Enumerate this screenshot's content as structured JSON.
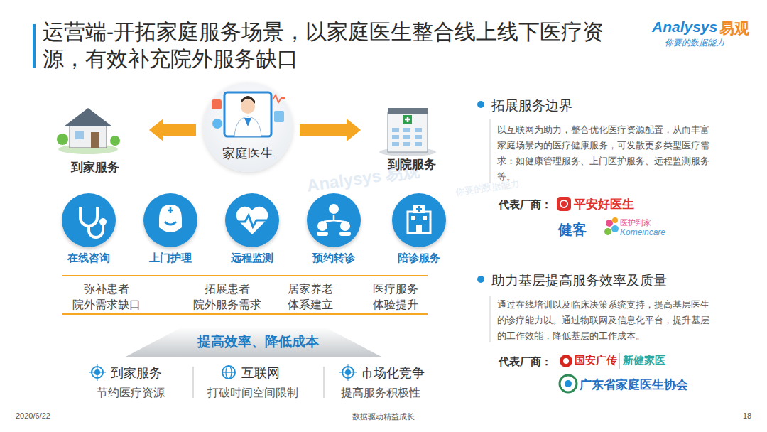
{
  "diagram": {
    "title": "运营端-开拓家庭服务场景，以家庭医生整合线上线下医疗资源，有效补充院外服务缺口",
    "nodes": [
      {
        "text": [
          "家庭医生"
        ]
      },
      {
        "text": [
          "到家服务"
        ]
      },
      {
        "text": [
          "到院服务"
        ]
      },
      {
        "text": [
          "在线咨询"
        ]
      },
      {
        "text": [
          "上门护理"
        ]
      },
      {
        "text": [
          "远程监测"
        ]
      },
      {
        "text": [
          "预约转诊"
        ]
      },
      {
        "text": [
          "陪诊服务"
        ]
      },
      {
        "text": [
          "提高效率、降低成本"
        ]
      }
    ],
    "edges": [
      {
        "from": 0,
        "to": 1,
        "arrow": "to"
      },
      {
        "from": 0,
        "to": 2,
        "arrow": "to"
      }
    ],
    "labels": [
      "Analysys",
      "易观",
      "你要的数据能力",
      "弥补患者 院外需求缺口",
      "拓展患者 院外服务需求",
      "居家养老 体系建立",
      "医疗服务 体验提升",
      "到家服务",
      "节约医疗资源",
      "互联网",
      "打破时间空间限制",
      "市场化竞争",
      "提高服务积极性",
      "拓展服务边界",
      "以互联网为助力，整合优化医疗资源配置，从而丰富家庭场景内的医疗健康服务，可发散更多类型医疗需求：如健康管理服务、上门医护服务、远程监测服务等。",
      "代表厂商：",
      "平安好医生",
      "健客",
      "医护到家",
      "Komeincare",
      "助力基层提高服务效率及质量",
      "通过在线培训以及临床决策系统支持，提高基层医生的诊疗能力以。通过物联网及信息化平台，提升基层的工作效能，降低基层的工作成本。",
      "代表厂商：",
      "国安广传",
      "新健家医",
      "广东省家庭医生协会",
      "2020/6/22",
      "数据驱动精益成长",
      "18",
      "Analysys 易观",
      "你要的数据能力"
    ]
  }
}
